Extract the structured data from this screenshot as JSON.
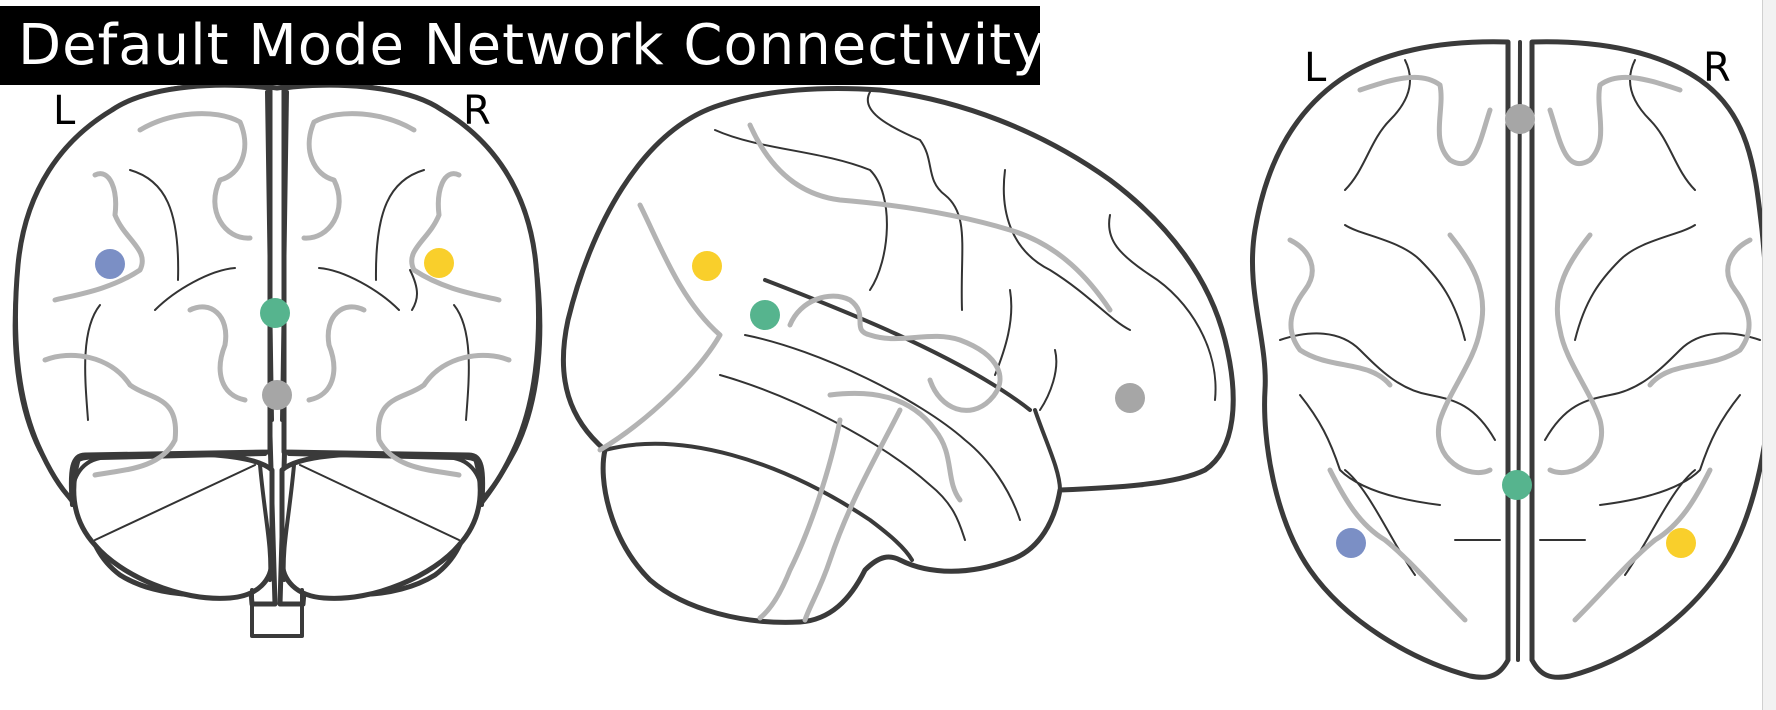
{
  "title": "Default Mode Network Connectivity",
  "coronal": {
    "left_label": "L",
    "right_label": "R"
  },
  "axial": {
    "left_label": "L",
    "right_label": "R"
  },
  "node_colors": {
    "blue": "#7b8fc5",
    "yellow": "#f9cf2b",
    "green": "#56b48e",
    "gray": "#a6a6a6"
  }
}
